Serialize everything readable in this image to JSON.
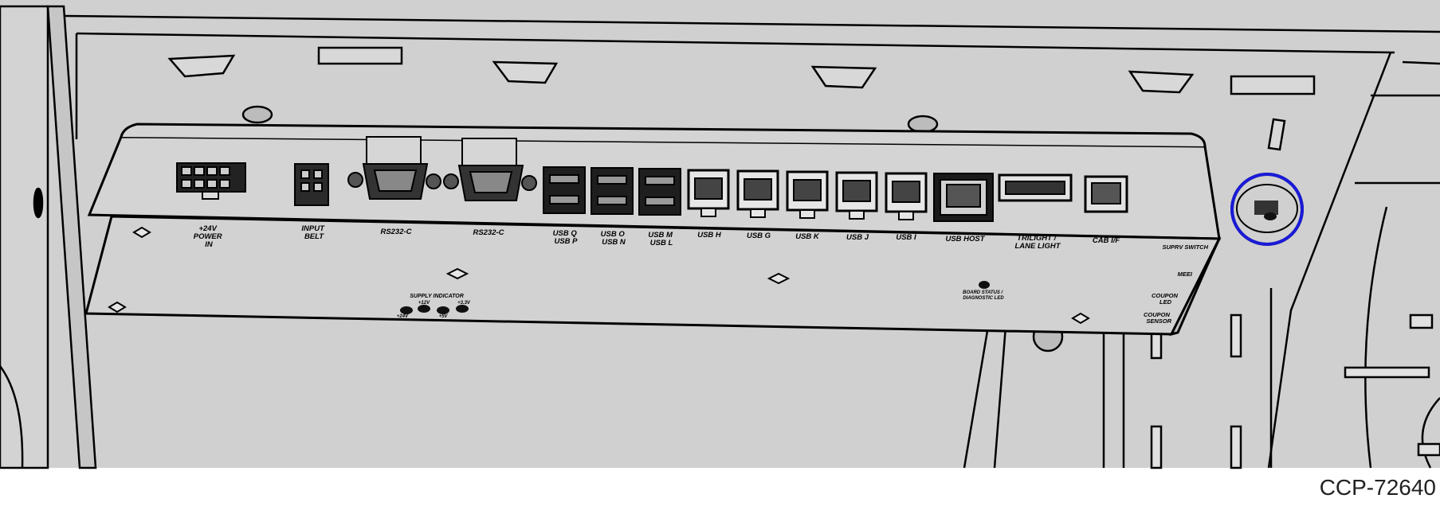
{
  "figure": {
    "id_label": "CCP-72640",
    "highlight_color": "#1a1ad8",
    "background_color": "#d0d0d0"
  },
  "ports": [
    {
      "key": "power",
      "lines": [
        "+24V",
        "POWER",
        "IN"
      ]
    },
    {
      "key": "input-belt",
      "lines": [
        "INPUT",
        "BELT"
      ]
    },
    {
      "key": "rs232-1",
      "lines": [
        "RS232-C"
      ]
    },
    {
      "key": "rs232-2",
      "lines": [
        "RS232-C"
      ]
    },
    {
      "key": "usb-qp",
      "lines": [
        "USB Q",
        "USB P"
      ]
    },
    {
      "key": "usb-on",
      "lines": [
        "USB O",
        "USB N"
      ]
    },
    {
      "key": "usb-ml",
      "lines": [
        "USB M",
        "USB L"
      ]
    },
    {
      "key": "usb-h",
      "lines": [
        "USB H"
      ]
    },
    {
      "key": "usb-g",
      "lines": [
        "USB G"
      ]
    },
    {
      "key": "usb-k",
      "lines": [
        "USB K"
      ]
    },
    {
      "key": "usb-j",
      "lines": [
        "USB J"
      ]
    },
    {
      "key": "usb-i",
      "lines": [
        "USB I"
      ]
    },
    {
      "key": "usb-host",
      "lines": [
        "USB HOST"
      ]
    },
    {
      "key": "trilight",
      "lines": [
        "TRILIGHT /",
        "LANE LIGHT"
      ]
    },
    {
      "key": "cab-if",
      "lines": [
        "CAB I/F"
      ]
    }
  ],
  "side_labels": {
    "suprv_switch": [
      "SUPRV SWITCH"
    ],
    "meei": [
      "MEEI"
    ],
    "coupon_led": [
      "COUPON",
      "LED"
    ],
    "coupon_sensor": [
      "COUPON",
      "SENSOR"
    ]
  },
  "supply": {
    "title": "SUPPLY INDICATOR",
    "leds": [
      "+24V",
      "+12V",
      "+5V",
      "+3.3V"
    ]
  },
  "board_status": [
    "BOARD STATUS /",
    "DIAGNOSTIC LED"
  ]
}
